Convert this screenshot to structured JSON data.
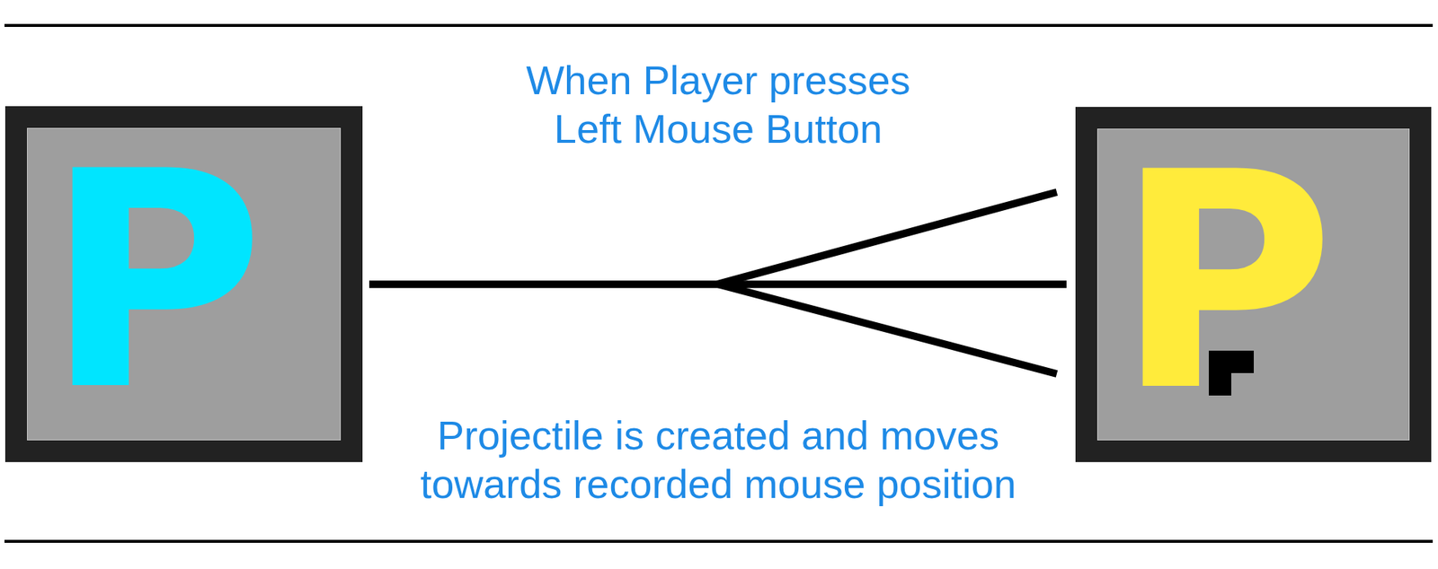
{
  "diagram": {
    "nodes": [
      {
        "text": [
          "P"
        ]
      },
      {
        "text": [
          "P"
        ]
      }
    ],
    "edges": [
      {
        "from": 0,
        "to": 1,
        "arrow": "none"
      }
    ],
    "labels": [
      "When Player presses Left Mouse Button",
      "Projectile is created and moves towards recorded mouse position"
    ]
  }
}
